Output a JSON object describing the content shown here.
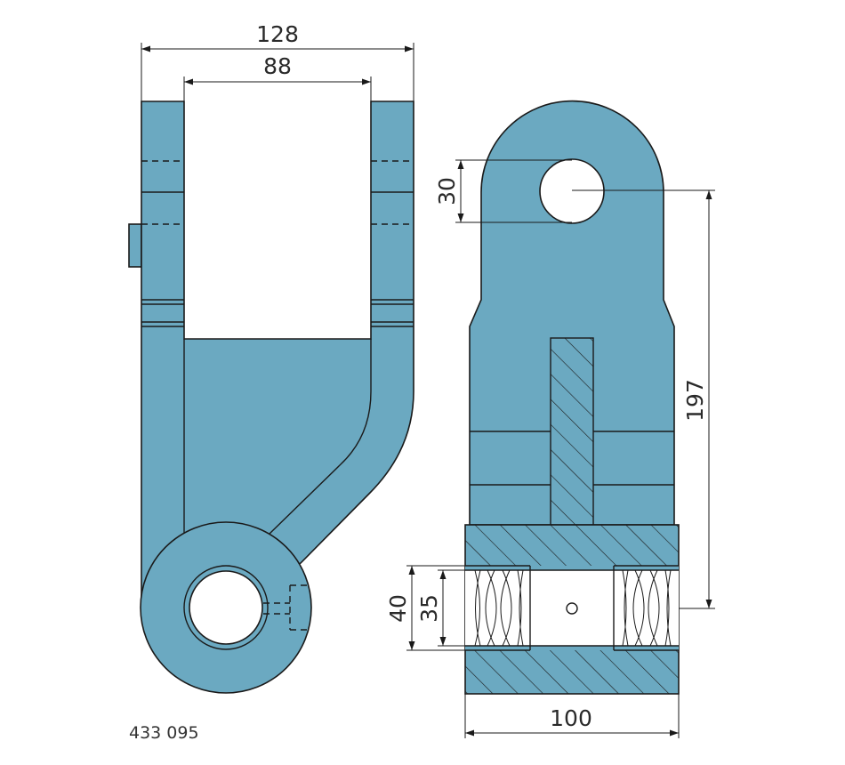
{
  "drawing": {
    "part_number": "433 095",
    "fill_color": "#6ba9c1",
    "dimensions": {
      "overall_width": "128",
      "inner_width": "88",
      "eye_diameter": "30",
      "height": "197",
      "bore_outer": "40",
      "bore_inner": "35",
      "block_width": "100"
    }
  }
}
